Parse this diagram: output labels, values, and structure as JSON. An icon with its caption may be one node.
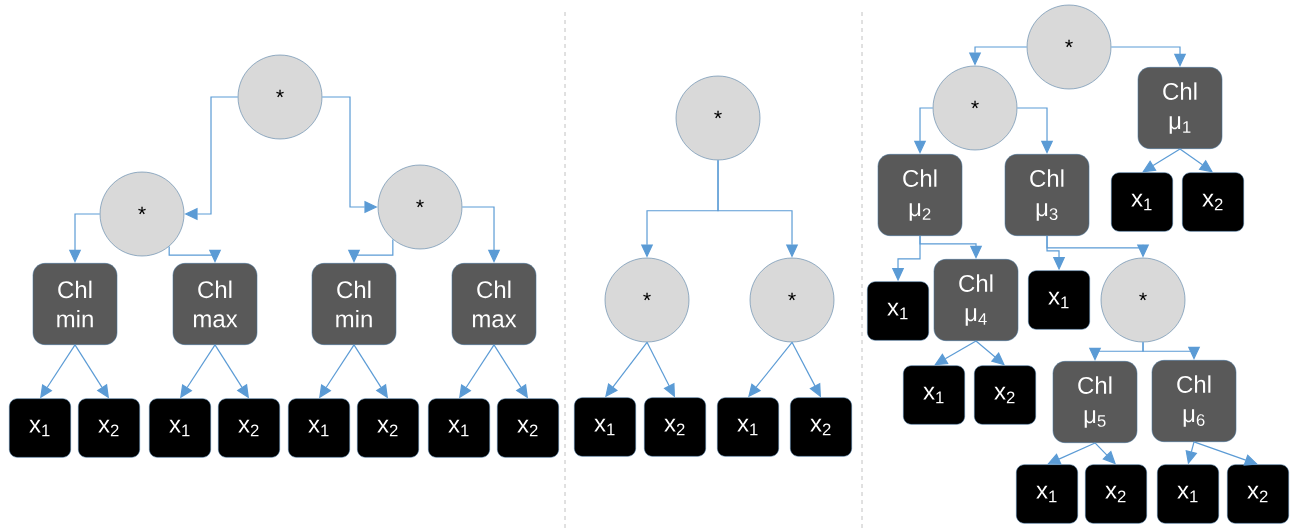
{
  "diagram": {
    "nodes": [
      {
        "text": [
          "*"
        ]
      },
      {
        "text": [
          "*"
        ]
      },
      {
        "text": [
          "*"
        ]
      },
      {
        "text": [
          "Chl min"
        ]
      },
      {
        "text": [
          "Chl max"
        ]
      },
      {
        "text": [
          "Chl min"
        ]
      },
      {
        "text": [
          "Chl max"
        ]
      },
      {
        "text": [
          "x$_{1}$"
        ]
      },
      {
        "text": [
          "x$_{2}$"
        ]
      },
      {
        "text": [
          "x$_{1}$"
        ]
      },
      {
        "text": [
          "x$_{2}$"
        ]
      },
      {
        "text": [
          "x$_{1}$"
        ]
      },
      {
        "text": [
          "x$_{2}$"
        ]
      },
      {
        "text": [
          "x$_{1}$"
        ]
      },
      {
        "text": [
          "x$_{2}$"
        ]
      },
      {
        "text": [
          "*"
        ]
      },
      {
        "text": [
          "*"
        ]
      },
      {
        "text": [
          "*"
        ]
      },
      {
        "text": [
          "x$_{1}$"
        ]
      },
      {
        "text": [
          "x$_{2}$"
        ]
      },
      {
        "text": [
          "x$_{1}$"
        ]
      },
      {
        "text": [
          "x$_{2}$"
        ]
      },
      {
        "text": [
          "*"
        ]
      },
      {
        "text": [
          "*"
        ]
      },
      {
        "text": [
          "Chl μ$_{1}$"
        ]
      },
      {
        "text": [
          "Chl μ$_{2}$"
        ]
      },
      {
        "text": [
          "Chl μ$_{3}$"
        ]
      },
      {
        "text": [
          "x$_{1}$"
        ]
      },
      {
        "text": [
          "x$_{2}$"
        ]
      },
      {
        "text": [
          "x$_{1}$"
        ]
      },
      {
        "text": [
          "Chl μ$_{4}$"
        ]
      },
      {
        "text": [
          "x$_{1}$"
        ]
      },
      {
        "text": [
          "*"
        ]
      },
      {
        "text": [
          "x$_{1}$"
        ]
      },
      {
        "text": [
          "x$_{2}$"
        ]
      },
      {
        "text": [
          "Chl μ$_{5}$"
        ]
      },
      {
        "text": [
          "Chl μ$_{6}$"
        ]
      },
      {
        "text": [
          "x$_{1}$"
        ]
      },
      {
        "text": [
          "x$_{2}$"
        ]
      },
      {
        "text": [
          "x$_{1}$"
        ]
      },
      {
        "text": [
          "x$_{2}$"
        ]
      }
    ],
    "edges": [
      {
        "from": 0,
        "to": 1,
        "arrow": "to"
      },
      {
        "from": 0,
        "to": 2,
        "arrow": "to"
      },
      {
        "from": 1,
        "to": 3,
        "arrow": "to"
      },
      {
        "from": 1,
        "to": 4,
        "arrow": "to"
      },
      {
        "from": 2,
        "to": 5,
        "arrow": "to"
      },
      {
        "from": 2,
        "to": 6,
        "arrow": "to"
      },
      {
        "from": 3,
        "to": 7,
        "arrow": "to"
      },
      {
        "from": 3,
        "to": 8,
        "arrow": "to"
      },
      {
        "from": 4,
        "to": 9,
        "arrow": "to"
      },
      {
        "from": 4,
        "to": 10,
        "arrow": "to"
      },
      {
        "from": 5,
        "to": 11,
        "arrow": "to"
      },
      {
        "from": 5,
        "to": 12,
        "arrow": "to"
      },
      {
        "from": 6,
        "to": 13,
        "arrow": "to"
      },
      {
        "from": 6,
        "to": 14,
        "arrow": "to"
      },
      {
        "from": 15,
        "to": 16,
        "arrow": "to"
      },
      {
        "from": 15,
        "to": 17,
        "arrow": "to"
      },
      {
        "from": 16,
        "to": 18,
        "arrow": "to"
      },
      {
        "from": 16,
        "to": 19,
        "arrow": "to"
      },
      {
        "from": 17,
        "to": 20,
        "arrow": "to"
      },
      {
        "from": 17,
        "to": 21,
        "arrow": "to"
      },
      {
        "from": 22,
        "to": 23,
        "arrow": "to"
      },
      {
        "from": 22,
        "to": 24,
        "arrow": "to"
      },
      {
        "from": 23,
        "to": 25,
        "arrow": "to"
      },
      {
        "from": 23,
        "to": 26,
        "arrow": "to"
      },
      {
        "from": 24,
        "to": 27,
        "arrow": "to"
      },
      {
        "from": 24,
        "to": 28,
        "arrow": "to"
      },
      {
        "from": 25,
        "to": 29,
        "arrow": "to"
      },
      {
        "from": 25,
        "to": 30,
        "arrow": "to"
      },
      {
        "from": 26,
        "to": 31,
        "arrow": "to"
      },
      {
        "from": 26,
        "to": 32,
        "arrow": "to"
      },
      {
        "from": 30,
        "to": 33,
        "arrow": "to"
      },
      {
        "from": 30,
        "to": 34,
        "arrow": "to"
      },
      {
        "from": 32,
        "to": 35,
        "arrow": "to"
      },
      {
        "from": 32,
        "to": 36,
        "arrow": "to"
      },
      {
        "from": 35,
        "to": 37,
        "arrow": "to"
      },
      {
        "from": 35,
        "to": 38,
        "arrow": "to"
      },
      {
        "from": 36,
        "to": 39,
        "arrow": "to"
      },
      {
        "from": 36,
        "to": 40,
        "arrow": "to"
      }
    ]
  }
}
